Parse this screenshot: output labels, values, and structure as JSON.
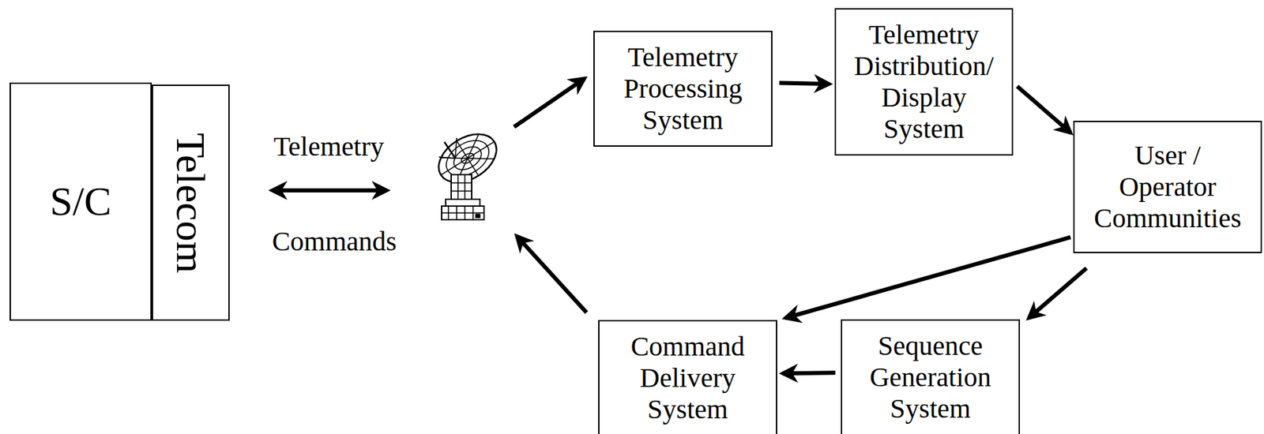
{
  "diagram": {
    "nodes": [
      {
        "text": [
          "S/C"
        ]
      },
      {
        "text": [
          "Telecom"
        ]
      },
      {
        "text": [
          "Telemetry Processing System"
        ]
      },
      {
        "text": [
          "Telemetry Distribution/ Display System"
        ]
      },
      {
        "text": [
          "User / Operator Communities"
        ]
      },
      {
        "text": [
          "Command Delivery System"
        ]
      },
      {
        "text": [
          "Sequence Generation System"
        ]
      }
    ],
    "edges": [
      {
        "from": 2,
        "to": 3,
        "arrow": "to"
      },
      {
        "from": 3,
        "to": 4,
        "arrow": "to"
      },
      {
        "from": 4,
        "to": 5,
        "arrow": "to"
      },
      {
        "from": 4,
        "to": 6,
        "arrow": "to"
      },
      {
        "from": 6,
        "to": 5,
        "arrow": "to"
      }
    ],
    "labels": [
      "Telemetry",
      "Commands"
    ]
  }
}
